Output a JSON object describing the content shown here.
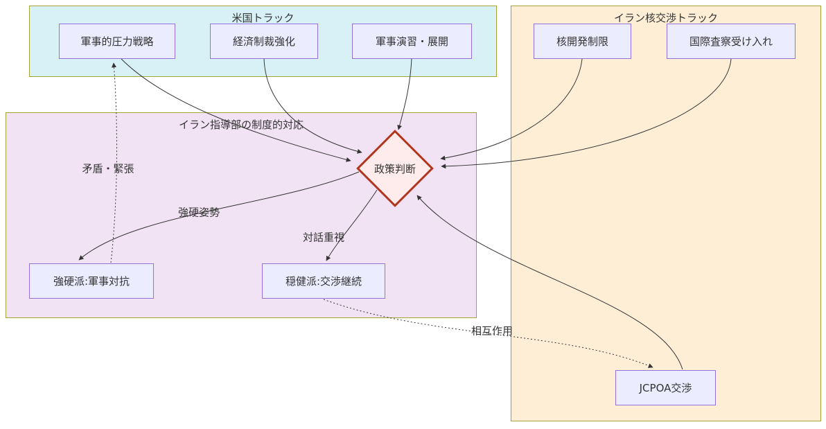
{
  "diagram": {
    "groups": {
      "us_track": {
        "title": "米国トラック"
      },
      "iran_nuclear_track": {
        "title": "イラン核交渉トラック"
      },
      "iran_leadership": {
        "title": "イラン指導部の制度的対応"
      }
    },
    "nodes": {
      "military_pressure": "軍事的圧力戦略",
      "sanctions": "経済制裁強化",
      "exercises": "軍事演習・展開",
      "nuclear_limit": "核開発制限",
      "inspections": "国際査察受け入れ",
      "jcpoa": "JCPOA交渉",
      "policy_decision": "政策判断",
      "hardliners": "強硬派:軍事対抗",
      "moderates": "穏健派:交渉継続"
    },
    "edge_labels": {
      "contradiction": "矛盾・緊張",
      "hardline_stance": "強硬姿勢",
      "dialogue": "対話重視",
      "interaction": "相互作用"
    },
    "colors": {
      "us_track_fill": "#d7f1f7",
      "iran_nuclear_fill": "#ffeed6",
      "leadership_fill": "#f1e3f3",
      "group_border": "#a3a333",
      "node_fill": "#ececff",
      "node_border": "#9370db",
      "decision_fill": "#fdeceb",
      "decision_border": "#b1361e",
      "edge_color": "#333333"
    }
  }
}
